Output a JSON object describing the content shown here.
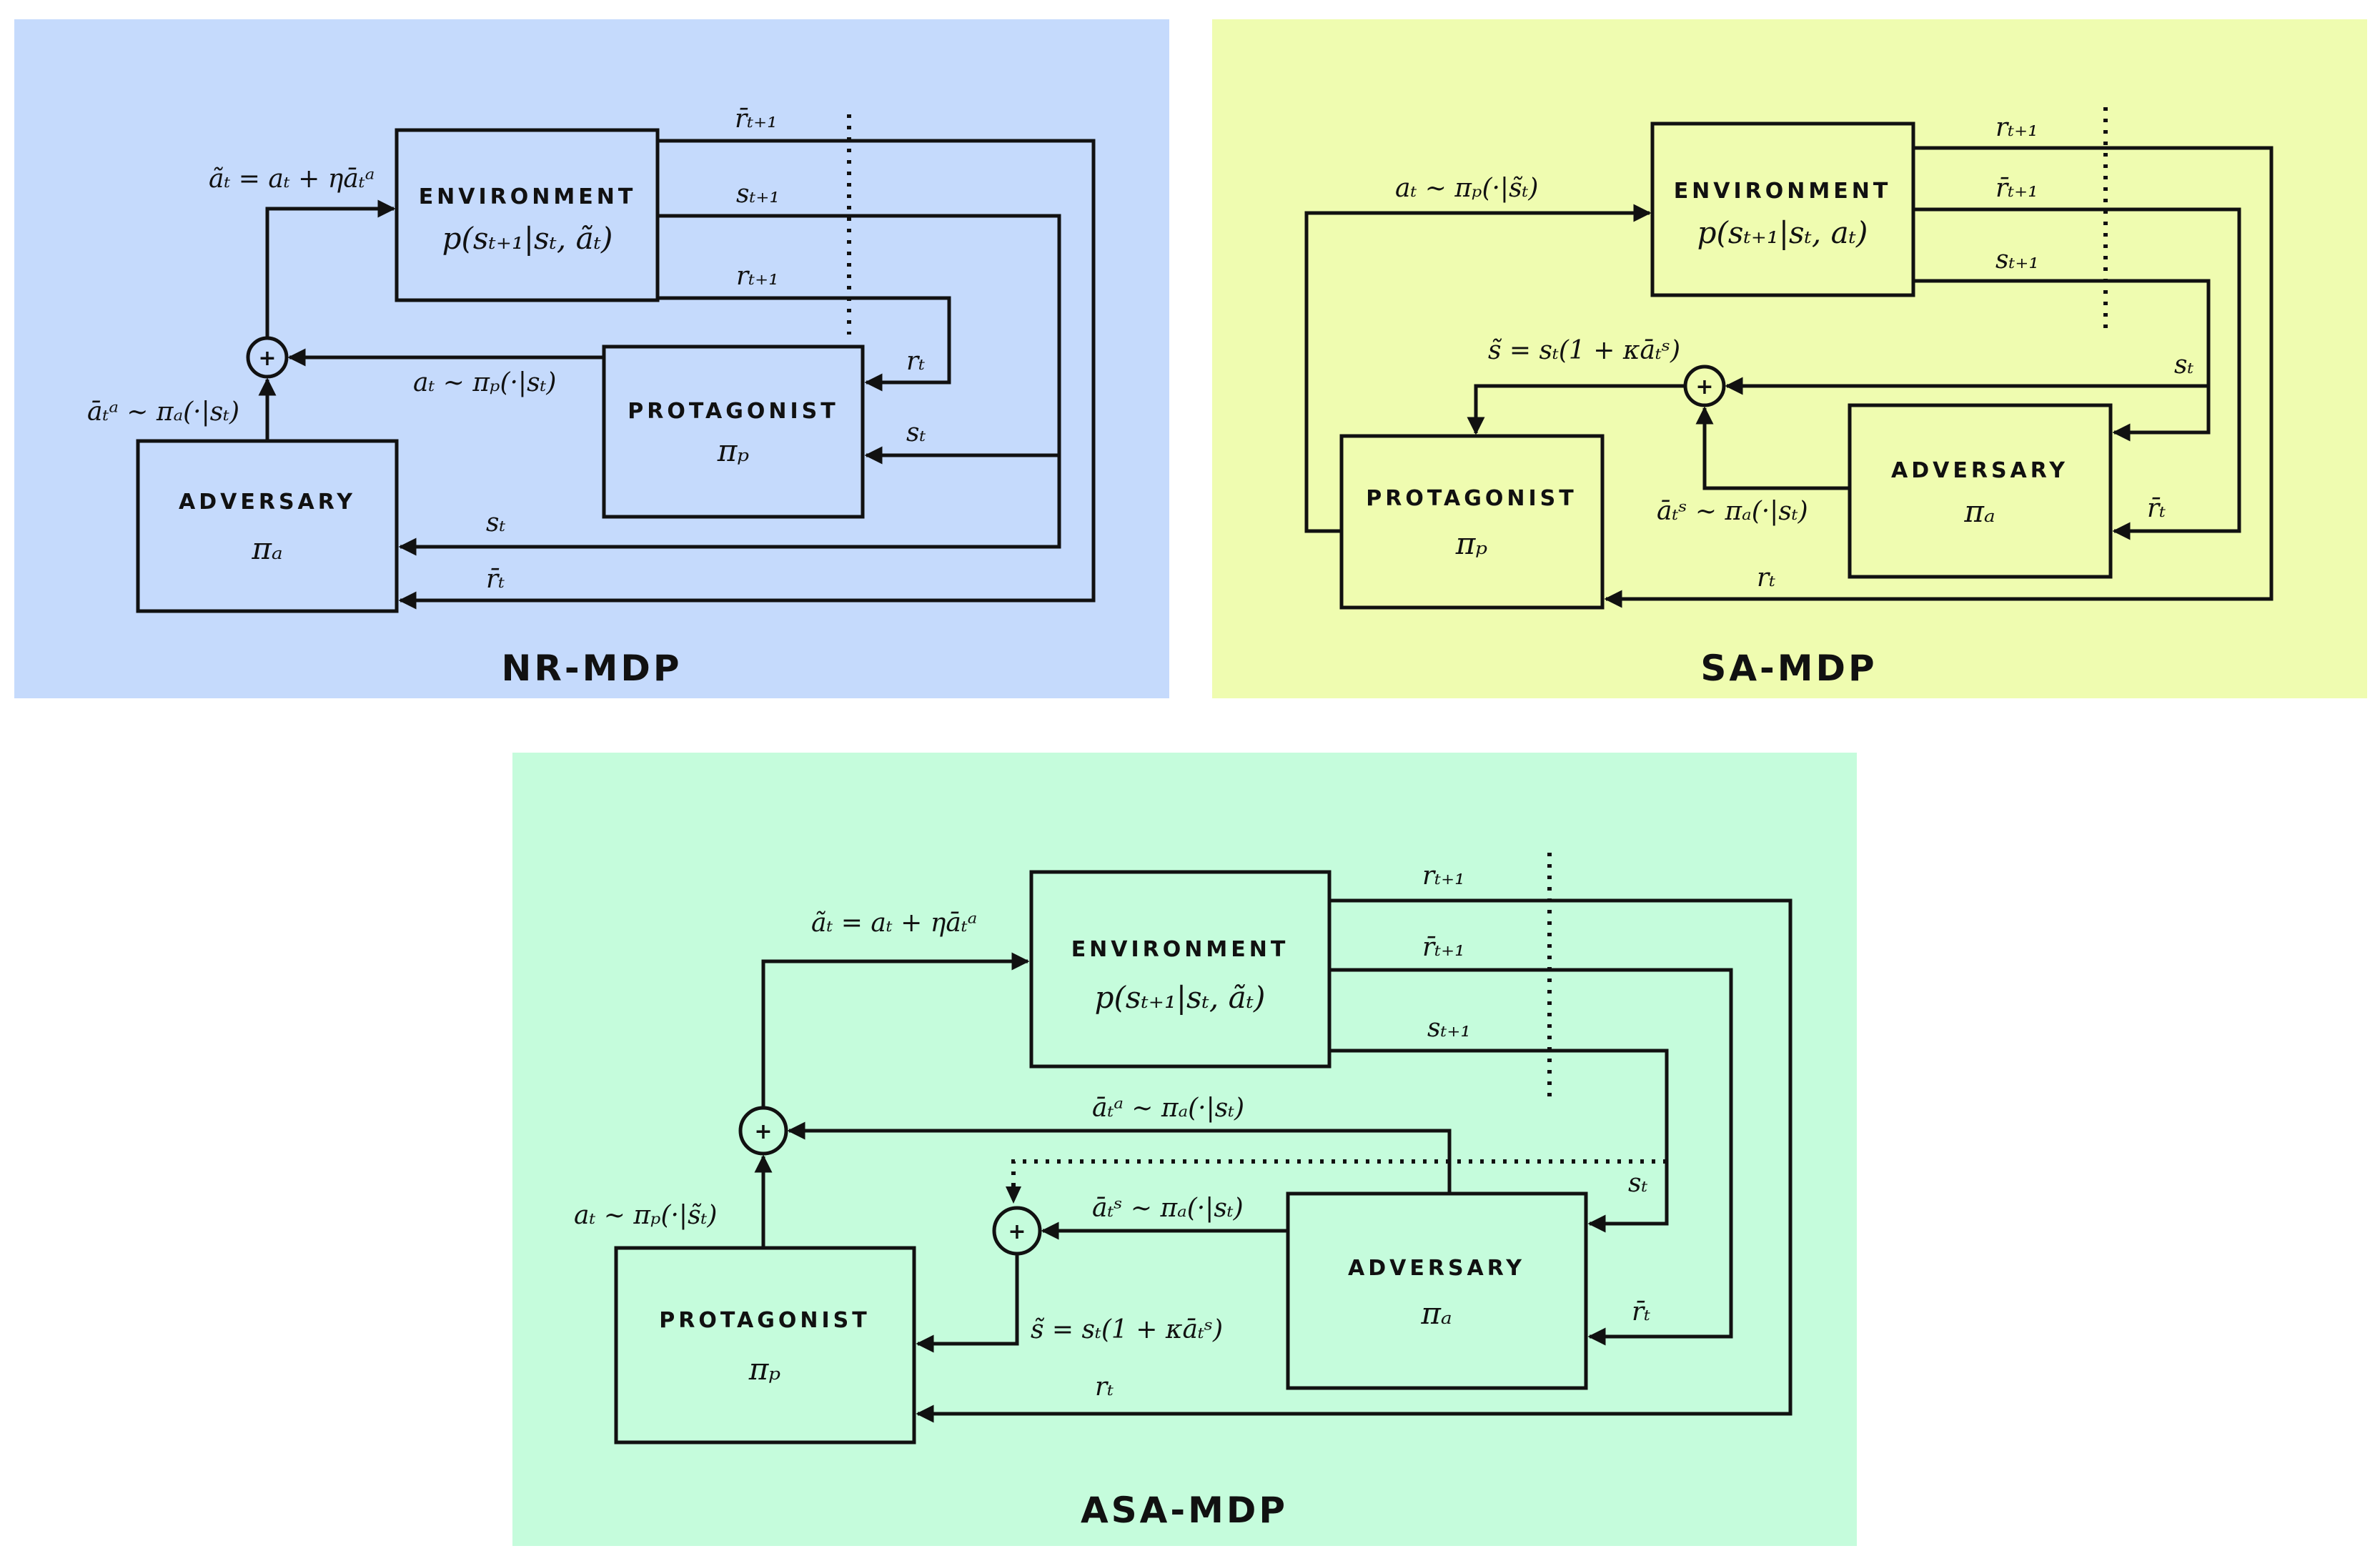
{
  "colors": {
    "nr_bg": "#c5dafc",
    "sa_bg": "#effcb0",
    "asa_bg": "#c5fcdc",
    "line": "#111111"
  },
  "nr": {
    "title": "NR-MDP",
    "environment": {
      "label": "ENVIRONMENT",
      "formula": "p(sₜ₊₁|sₜ, ãₜ)"
    },
    "protagonist": {
      "label": "PROTAGONIST",
      "policy": "πₚ"
    },
    "adversary": {
      "label": "ADVERSARY",
      "policy": "πₐ"
    },
    "sum_icon": "circle-plus-icon",
    "edges": {
      "action_mix": "ãₜ = aₜ + ηāₜᵃ",
      "adv_action": "āₜᵃ ∼ πₐ(·|sₜ)",
      "prot_action": "aₜ ∼ πₚ(·|sₜ)",
      "r_bar_next": "r̄ₜ₊₁",
      "s_next": "sₜ₊₁",
      "r_next": "rₜ₊₁",
      "r_t": "rₜ",
      "s_t_prot": "sₜ",
      "s_t_adv": "sₜ",
      "r_bar_t": "r̄ₜ"
    }
  },
  "sa": {
    "title": "SA-MDP",
    "environment": {
      "label": "ENVIRONMENT",
      "formula": "p(sₜ₊₁|sₜ, aₜ)"
    },
    "protagonist": {
      "label": "PROTAGONIST",
      "policy": "πₚ"
    },
    "adversary": {
      "label": "ADVERSARY",
      "policy": "πₐ"
    },
    "sum_icon": "circle-plus-icon",
    "edges": {
      "prot_action": "aₜ ∼ πₚ(·|s̃ₜ)",
      "r_next": "rₜ₊₁",
      "r_bar_next": "r̄ₜ₊₁",
      "s_next": "sₜ₊₁",
      "state_mix": "s̃ = sₜ(1 + κāₜˢ)",
      "s_t": "sₜ",
      "adv_action": "āₜˢ ∼ πₐ(·|sₜ)",
      "r_bar_t": "r̄ₜ",
      "r_t": "rₜ"
    }
  },
  "asa": {
    "title": "ASA-MDP",
    "environment": {
      "label": "ENVIRONMENT",
      "formula": "p(sₜ₊₁|sₜ, ãₜ)"
    },
    "protagonist": {
      "label": "PROTAGONIST",
      "policy": "πₚ"
    },
    "adversary": {
      "label": "ADVERSARY",
      "policy": "πₐ"
    },
    "sum_icon": "circle-plus-icon",
    "edges": {
      "action_mix": "ãₜ = aₜ + ηāₜᵃ",
      "r_next": "rₜ₊₁",
      "r_bar_next": "r̄ₜ₊₁",
      "s_next": "sₜ₊₁",
      "adv_action_a": "āₜᵃ ∼ πₐ(·|sₜ)",
      "s_t": "sₜ",
      "adv_action_s": "āₜˢ ∼ πₐ(·|sₜ)",
      "prot_action": "aₜ ∼ πₚ(·|s̃ₜ)",
      "state_mix": "s̃ = sₜ(1 + κāₜˢ)",
      "r_bar_t": "r̄ₜ",
      "r_t": "rₜ"
    }
  }
}
